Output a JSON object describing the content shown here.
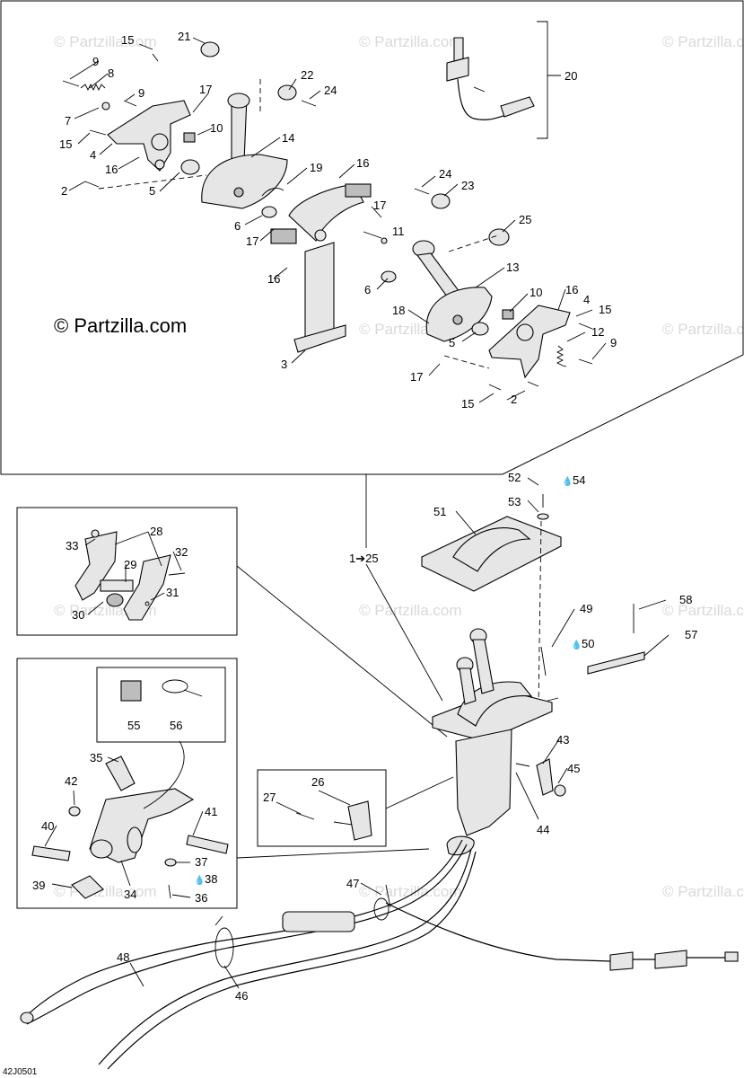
{
  "watermark": "© Partzilla.com",
  "brand_label": "© Partzilla.com",
  "diagram_code": "42J0501",
  "callout_ref": "1➔25",
  "oil_symbol": "💧",
  "labels": {
    "l15a": "15",
    "l21": "21",
    "l9a": "9",
    "l8": "8",
    "l22": "22",
    "l24a": "24",
    "l9b": "9",
    "l17a": "17",
    "l7": "7",
    "l10a": "10",
    "l15b": "15",
    "l4a": "4",
    "l14": "14",
    "l16a": "16",
    "l19": "19",
    "l16b": "16",
    "l2a": "2",
    "l5a": "5",
    "l24b": "24",
    "l23": "23",
    "l6a": "6",
    "l17b": "17",
    "l17c": "17",
    "l11": "11",
    "l25": "25",
    "l16c": "16",
    "l13": "13",
    "l6b": "6",
    "l10b": "10",
    "l16d": "16",
    "l4b": "4",
    "l18": "18",
    "l15c": "15",
    "l3": "3",
    "l12": "12",
    "l5b": "5",
    "l9c": "9",
    "l17d": "17",
    "l2b": "2",
    "l15d": "15",
    "l20": "20",
    "l52": "52",
    "l54": "54",
    "l53": "53",
    "l51": "51",
    "l28": "28",
    "l33": "33",
    "l32": "32",
    "l29": "29",
    "l31": "31",
    "l30": "30",
    "l49": "49",
    "l50": "50",
    "l58": "58",
    "l57": "57",
    "l55": "55",
    "l56": "56",
    "l35": "35",
    "l43": "43",
    "l45": "45",
    "l42": "42",
    "l26": "26",
    "l27": "27",
    "l44": "44",
    "l41": "41",
    "l40": "40",
    "l37": "37",
    "l38": "38",
    "l39": "39",
    "l34": "34",
    "l36": "36",
    "l47": "47",
    "l48": "48",
    "l46": "46"
  }
}
